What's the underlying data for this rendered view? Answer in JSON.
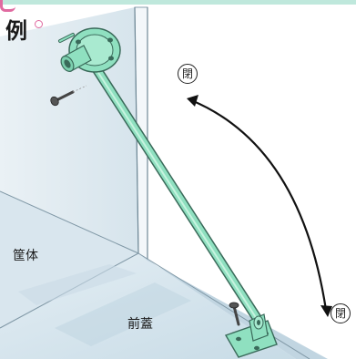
{
  "title": "例",
  "labels": {
    "closed_top": "閉",
    "closed_bottom": "閉",
    "housing": "筐体",
    "front_cover": "前蓋"
  },
  "colors": {
    "stay_green": "#8fe0c0",
    "stay_outline": "#3a6a5a",
    "cabinet_blue": "#cfe0ea",
    "accent_pink": "#e06aa0"
  }
}
